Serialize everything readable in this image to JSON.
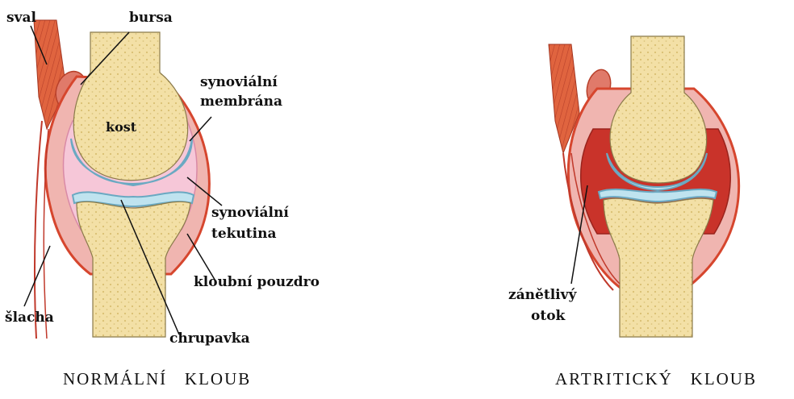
{
  "colors": {
    "bone": "#f3e0a6",
    "bone_dots": "#d9bf72",
    "muscle": "#e0643f",
    "capsule": "#d6462e",
    "synovial_fluid": "#f6c7d8",
    "cartilage": "#bfe3ef",
    "cartilage_edge": "#6aa9c2",
    "inflamed": "#c9332a",
    "tendon_line": "#c0392b"
  },
  "normal": {
    "caption": "NORMÁLNÍ   KLOUB",
    "labels": {
      "sval": "sval",
      "bursa": "bursa",
      "kost": "kost",
      "synovialni_membrana_1": "synoviální",
      "synovialni_membrana_2": "membrána",
      "synovialni_tekutina_1": "synoviální",
      "synovialni_tekutina_2": "tekutina",
      "kloubni_pouzdro": "kloubní pouzdro",
      "slacha": "šlacha",
      "chrupavka": "chrupavka"
    }
  },
  "arthritic": {
    "caption": "ARTRITICKÝ   KLOUB",
    "labels": {
      "zanetlivy": "zánětlivý",
      "otok": "otok"
    }
  }
}
